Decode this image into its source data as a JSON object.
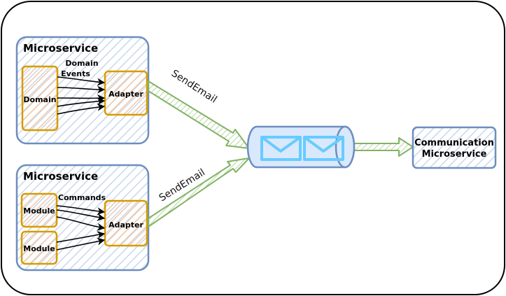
{
  "top_service": {
    "title": "Microservice",
    "domain_label": "Domain",
    "events_label_line1": "Domain",
    "events_label_line2": "Events",
    "adapter_label": "Adapter",
    "send_label": "SendEmail"
  },
  "bottom_service": {
    "title": "Microservice",
    "module1_label": "Module",
    "module2_label": "Module",
    "commands_label": "Commands",
    "adapter_label": "Adapter",
    "send_label": "SendEmail"
  },
  "communication": {
    "line1": "Communication",
    "line2": "Microservice"
  },
  "colors": {
    "service_border": "#6c8ebf",
    "service_hatch": "#c6d8ee",
    "component_border": "#d79b00",
    "component_hatch": "#f4c7a2",
    "queue_border": "#6c8ebf",
    "queue_fill": "#dae8fc",
    "queue_icon": "#66ccff",
    "flow_arrow": "#82b366"
  }
}
